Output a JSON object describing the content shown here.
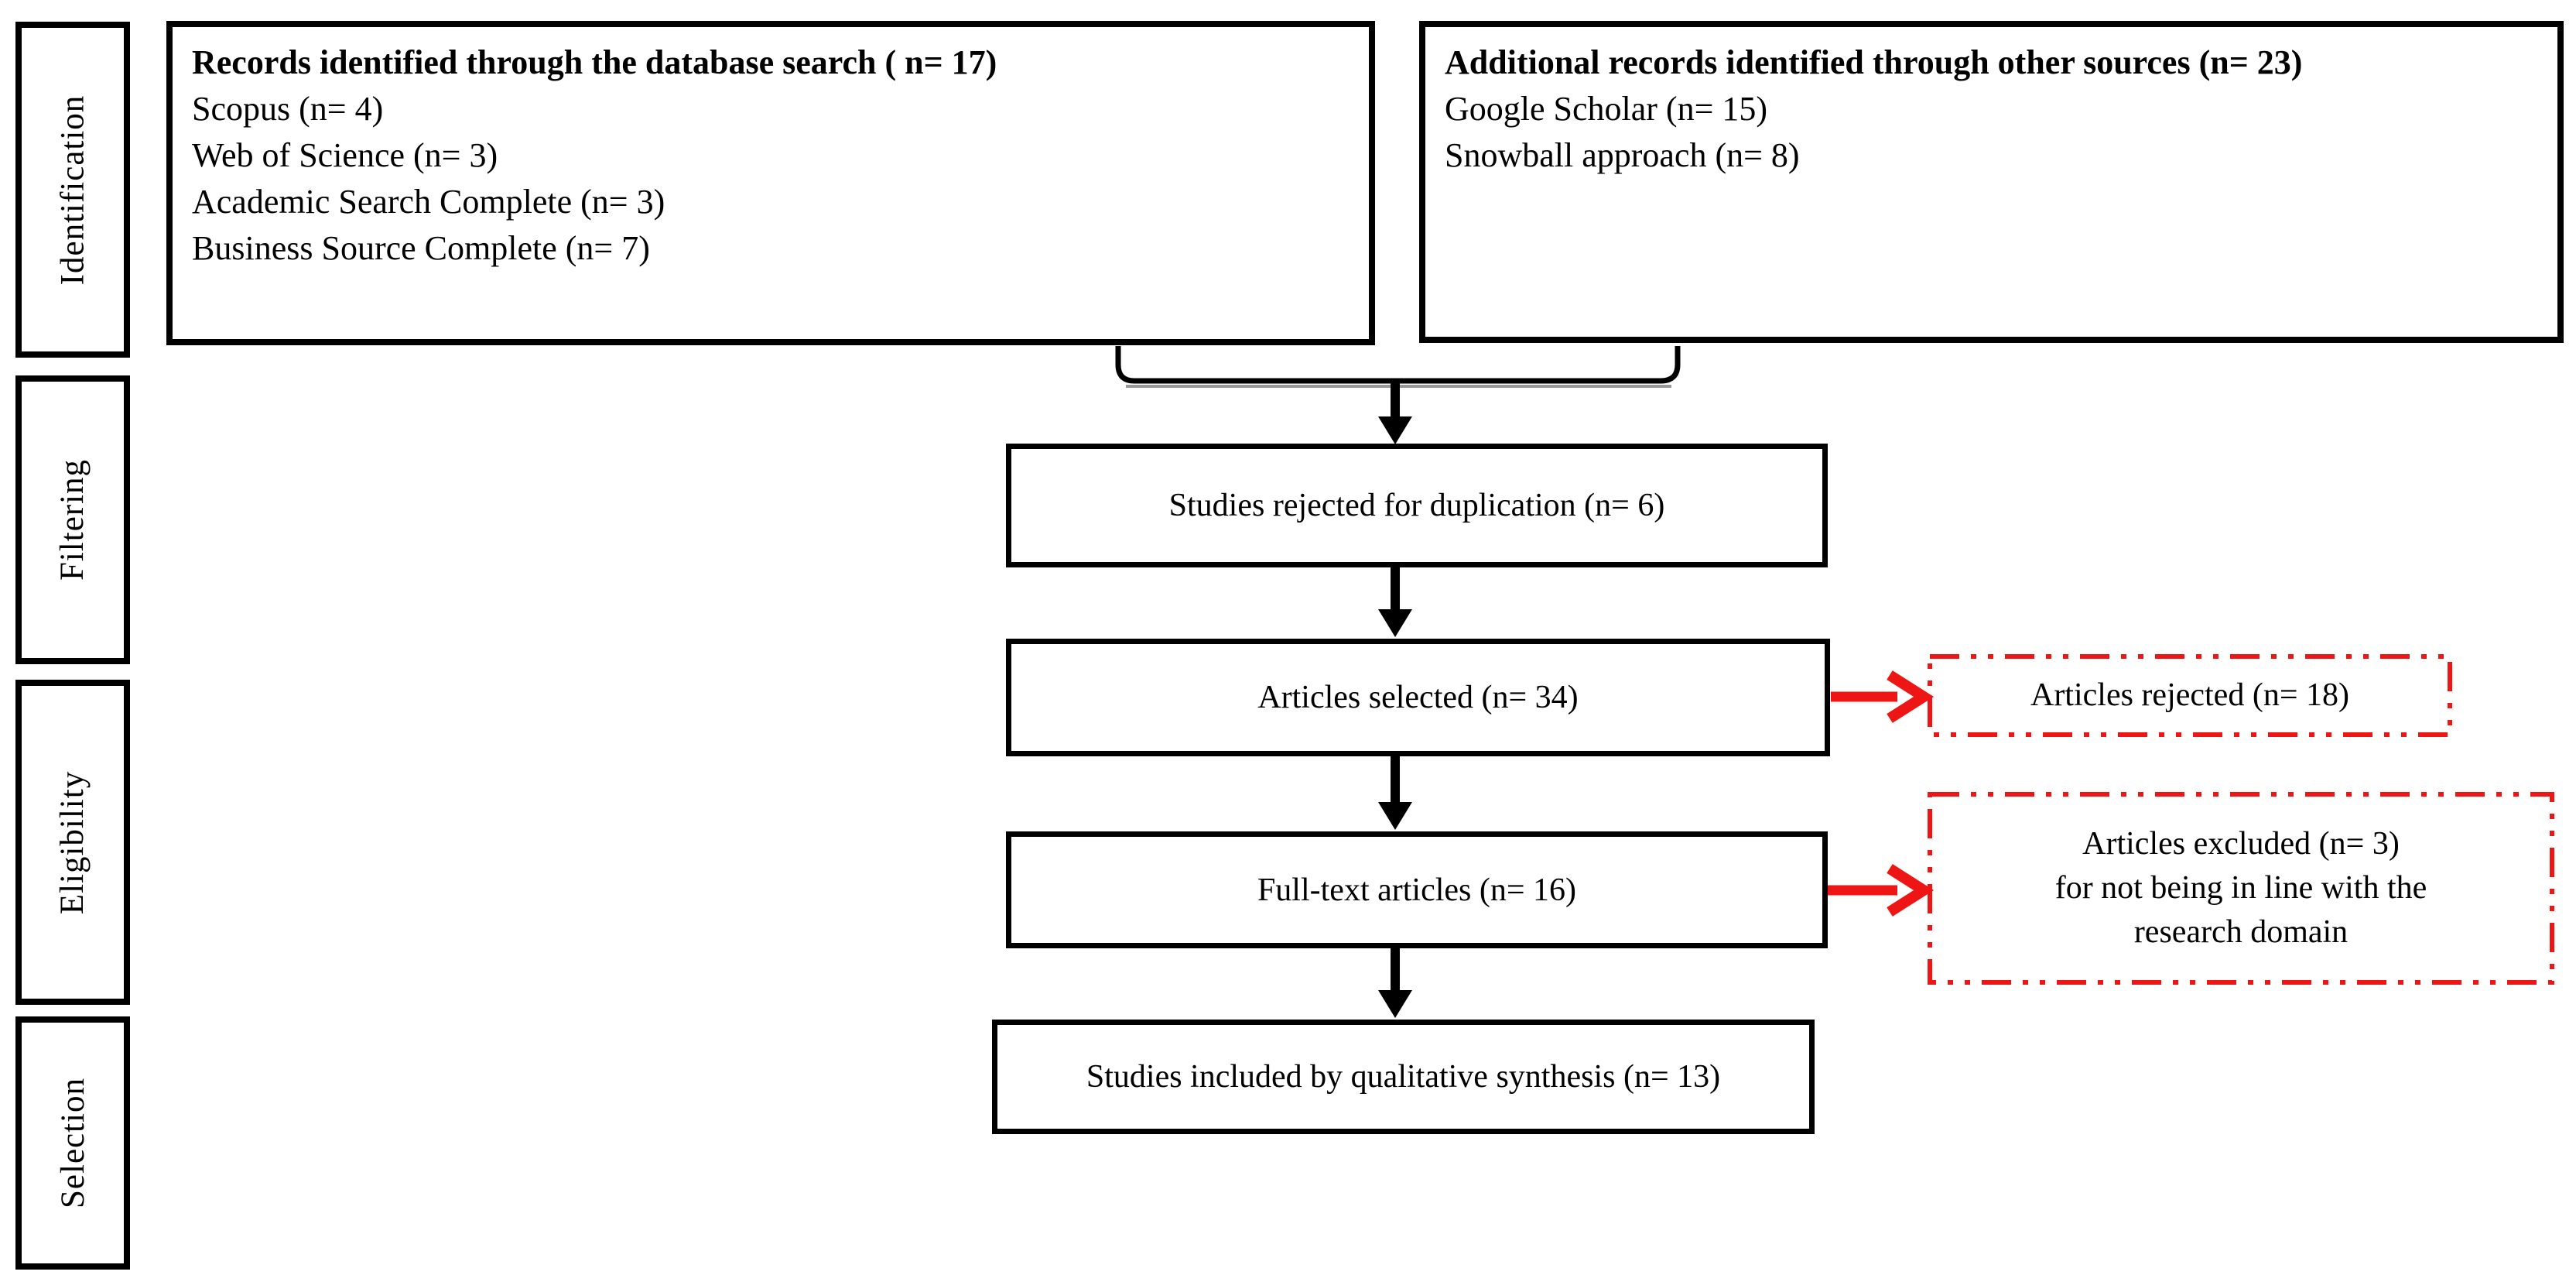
{
  "figure": {
    "stages": [
      {
        "label": "Identification"
      },
      {
        "label": "Filtering"
      },
      {
        "label": "Eligibility"
      },
      {
        "label": "Selection"
      }
    ],
    "database_box": {
      "title": "Records identified through the database search ( n= 17)",
      "items": [
        "Scopus (n= 4)",
        "Web of Science (n= 3)",
        "Academic Search Complete (n= 3)",
        "Business Source Complete (n= 7)"
      ]
    },
    "other_sources_box": {
      "title": "Additional records identified through other sources (n= 23)",
      "items": [
        "Google Scholar (n= 15)",
        "Snowball approach (n= 8)"
      ]
    },
    "flow": {
      "duplication": "Studies rejected for duplication (n= 6)",
      "selected": "Articles selected (n= 34)",
      "fulltext": "Full-text articles (n= 16)",
      "included": "Studies included by qualitative synthesis (n= 13)"
    },
    "exclusions": {
      "rejected": {
        "lines": [
          "Articles rejected (n= 18)"
        ]
      },
      "excluded": {
        "lines": [
          "Articles excluded (n= 3)",
          "for not being in line with the",
          "research domain"
        ]
      }
    },
    "colors": {
      "line_color": "#000000",
      "exclusion_color": "#ee1515",
      "shadow_color": "#999999",
      "text_color": "#000000",
      "background": "#ffffff"
    }
  }
}
